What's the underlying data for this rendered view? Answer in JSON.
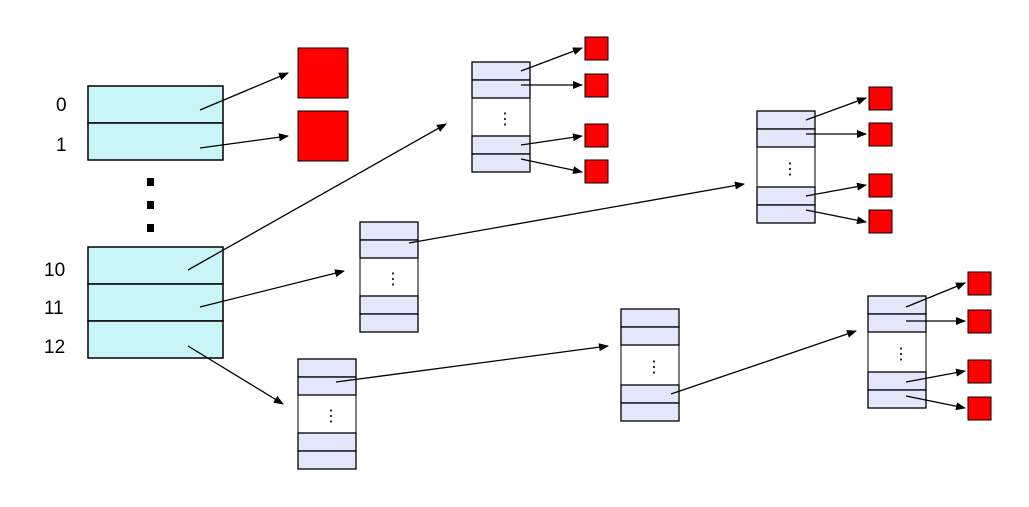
{
  "colors": {
    "main_table_fill": "#c9f5f7",
    "block_fill": "#e4e6fb",
    "data_fill": "#ff0000",
    "stroke": "#000000"
  },
  "main_table": {
    "top_labels": [
      "0",
      "1"
    ],
    "bottom_labels": [
      "10",
      "11",
      "12"
    ],
    "ellipsis": "⋮"
  },
  "index_block": {
    "ellipsis": "⋮"
  }
}
